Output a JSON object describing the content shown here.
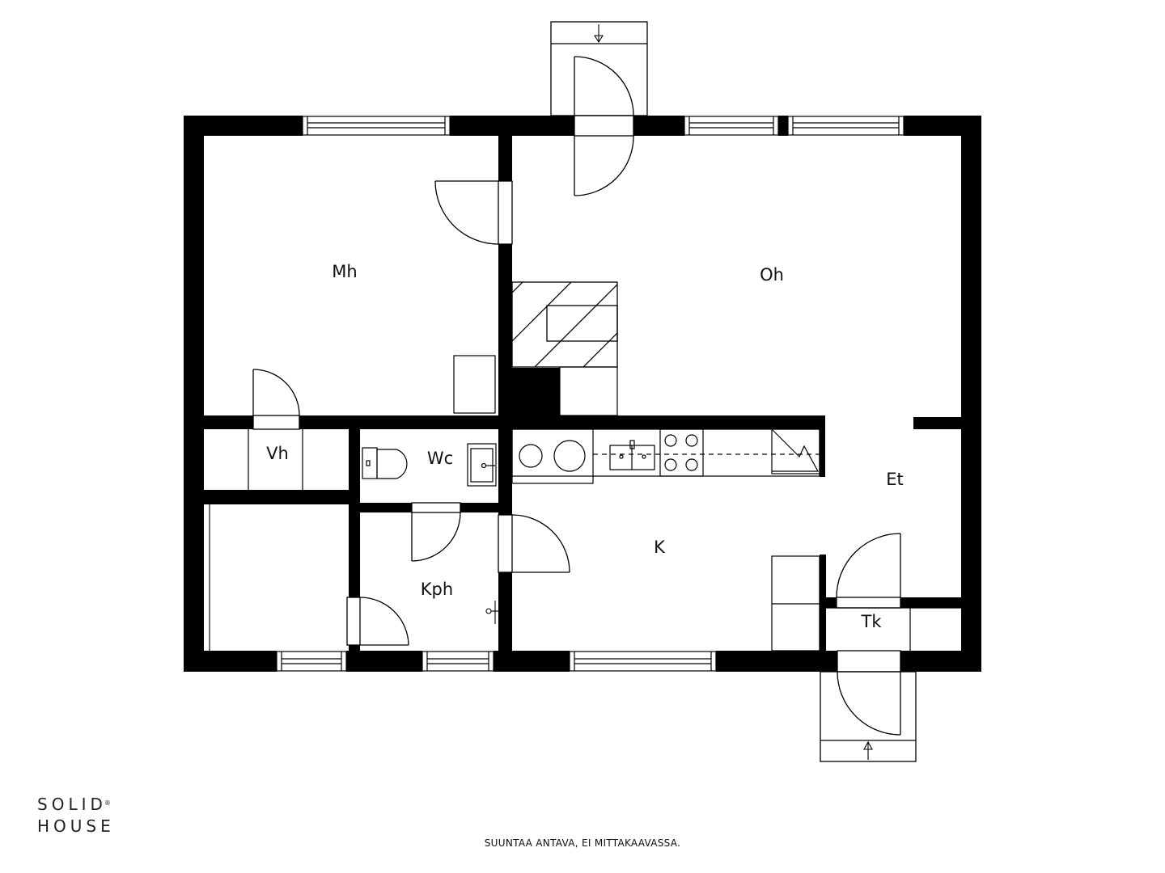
{
  "rooms": {
    "mh": "Mh",
    "oh": "Oh",
    "vh": "Vh",
    "wc": "Wc",
    "et": "Et",
    "k": "K",
    "kph": "Kph",
    "tk": "Tk"
  },
  "logo": {
    "line1": "SOLID",
    "line2": "HOUSE",
    "mark": "®"
  },
  "disclaimer": "SUUNTAA ANTAVA, EI MITTAKAAVASSA.",
  "colors": {
    "wall": "#000000",
    "line": "#000000",
    "background": "#ffffff"
  }
}
